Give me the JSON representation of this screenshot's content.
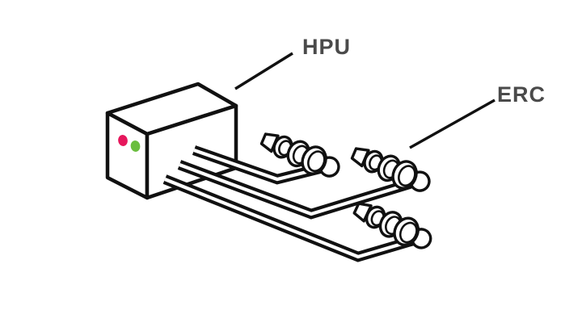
{
  "diagram": {
    "background": "#ffffff",
    "stroke_color": "#111111",
    "label_color": "#4a4a4a",
    "labels": {
      "hpu": "HPU",
      "erc": "ERC"
    },
    "hpu_unit": {
      "indicator_red": "#e6175c",
      "indicator_green": "#6abe3e",
      "indicator_count": 2
    },
    "erc_connectors": {
      "count": 3,
      "flanges_per_connector": 3
    },
    "cables": {
      "count": 3,
      "style": "double-line"
    }
  }
}
